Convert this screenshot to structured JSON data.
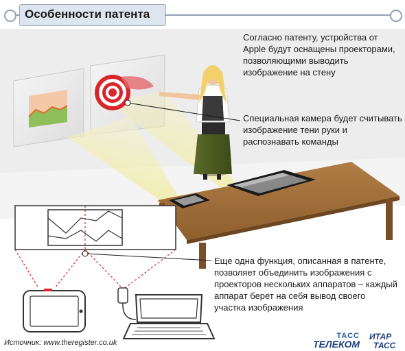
{
  "header": {
    "title": "Особенности патента"
  },
  "callouts": {
    "projectors": "Согласно патенту, устройства от Apple будут оснащены проекторами, позволяющими выводить изображение на стену",
    "camera": "Специальная камера будет считывать изображение тени руки и распознавать команды",
    "combine": "Еще одна  функция, описанная в патенте, позволяет объединить изображения с проекторов нескольких аппаратов – каждый аппарат берет на себя вывод своего участка изображения"
  },
  "footer": {
    "source": "Источник: www.theregister.co.uk",
    "logo_tass_top": "ТАСС",
    "logo_tass_bottom": "ТЕЛЕКОМ",
    "logo_itar_top": "ИТАР",
    "logo_itar_bottom": "ТАСС"
  },
  "colors": {
    "background": "#ffffff",
    "accent_line": "#8fa1b4",
    "title_pill": "#dde5ee",
    "table_top": "#a0703c",
    "table_leg": "#7a4e26",
    "projection_beam": "#f2ec9e",
    "target_red": "#d9262b",
    "dashed_red": "#d9262b",
    "logo_blue": "#1e3f7a"
  },
  "icons": {
    "header_left": "circle-outline-icon",
    "header_right": "circle-outline-icon"
  }
}
